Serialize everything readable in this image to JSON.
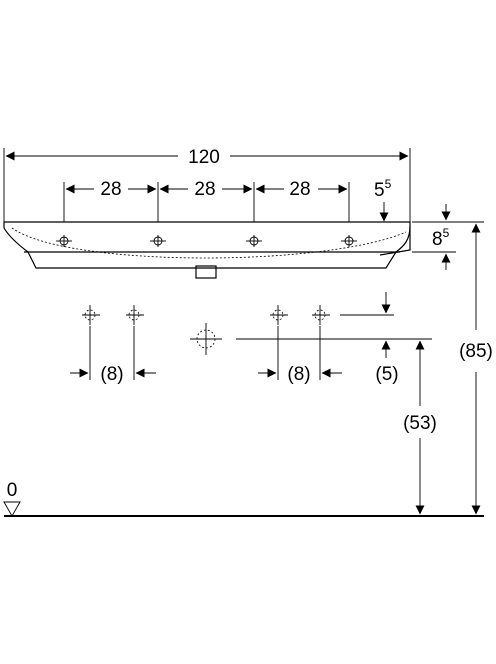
{
  "dimensions": {
    "overall_width": "120",
    "tap_spacing_1": "28",
    "tap_spacing_2": "28",
    "tap_spacing_3": "28",
    "tap_offset_base": "5",
    "tap_offset_sup": "5",
    "rim_height_base": "8",
    "rim_height_sup": "5",
    "overall_height": "(85)",
    "pipe_spacing_left": "(8)",
    "pipe_spacing_right": "(8)",
    "supply_offset": "(5)",
    "drain_height": "(53)",
    "floor_level": "0"
  }
}
